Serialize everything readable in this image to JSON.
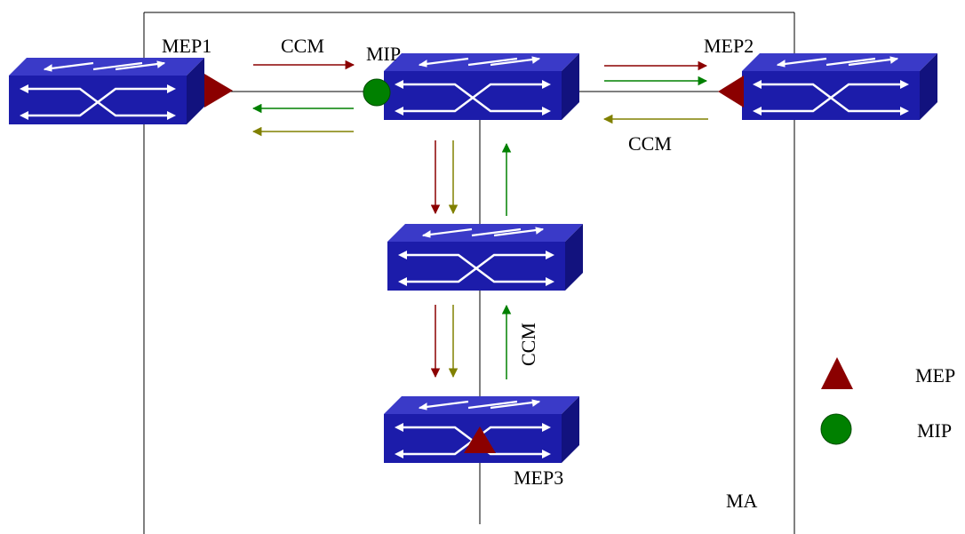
{
  "labels": {
    "mep1": "MEP1",
    "mep2": "MEP2",
    "mep3": "MEP3",
    "mip": "MIP",
    "ccm_top": "CCM",
    "ccm_right": "CCM",
    "ccm_vertical": "CCM",
    "ma": "MA"
  },
  "legend": {
    "mep": "MEP",
    "mip": "MIP"
  },
  "colors": {
    "mep_marker": "#8b0000",
    "mip_marker": "#008000",
    "arrow_red": "#8b0000",
    "arrow_green": "#008000",
    "arrow_olive": "#808000",
    "switch_front": "#1a1aa8",
    "switch_top": "#3c3ccc",
    "switch_side": "#10107a"
  },
  "icons": {
    "switch": "network-switch-icon",
    "mep": "red-triangle-icon",
    "mip": "green-circle-icon"
  }
}
